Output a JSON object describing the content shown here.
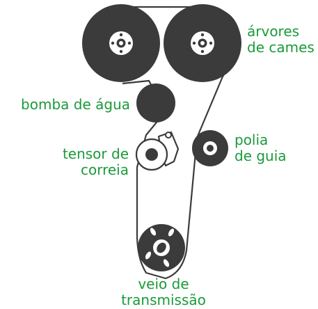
{
  "colors": {
    "label": "#1a9a3a",
    "belt": "#3b3b3b",
    "pulley": "#3b3b3b",
    "hub": "#ffffff"
  },
  "labels": {
    "camshafts": [
      "árvores",
      "de cames"
    ],
    "water_pump": [
      "bomba de água"
    ],
    "guide_pulley": [
      "polia",
      "de guia"
    ],
    "belt_tensioner": [
      "tensor de",
      "correia"
    ],
    "drive_shaft": [
      "veio de",
      "transmissão"
    ]
  }
}
